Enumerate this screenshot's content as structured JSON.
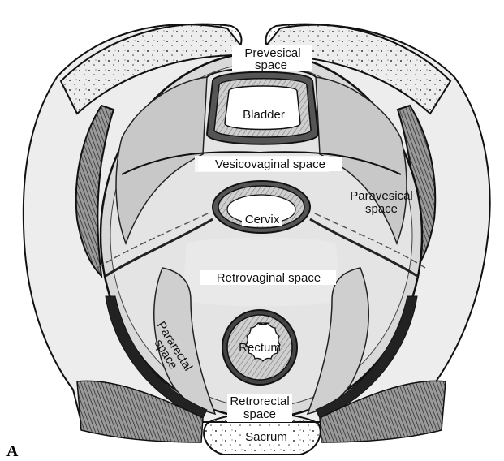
{
  "panel_label": "A",
  "labels": {
    "prevesical_1": "Prevesical",
    "prevesical_2": "space",
    "bladder": "Bladder",
    "vesicovaginal": "Vesicovaginal space",
    "paravesical_1": "Paravesical",
    "paravesical_2": "space",
    "cervix": "Cervix",
    "retrovaginal": "Retrovaginal space",
    "pararectal_1": "Pararectal",
    "pararectal_2": "space",
    "rectum": "Rectum",
    "retrorectal_1": "Retrorectal",
    "retrorectal_2": "space",
    "sacrum": "Sacrum"
  },
  "colors": {
    "ink": "#111111",
    "fill_light": "#e6e6e6",
    "fill_mid": "#bdbdbd",
    "fill_dark": "#3a3a3a",
    "bone": "#f2f2f2"
  }
}
